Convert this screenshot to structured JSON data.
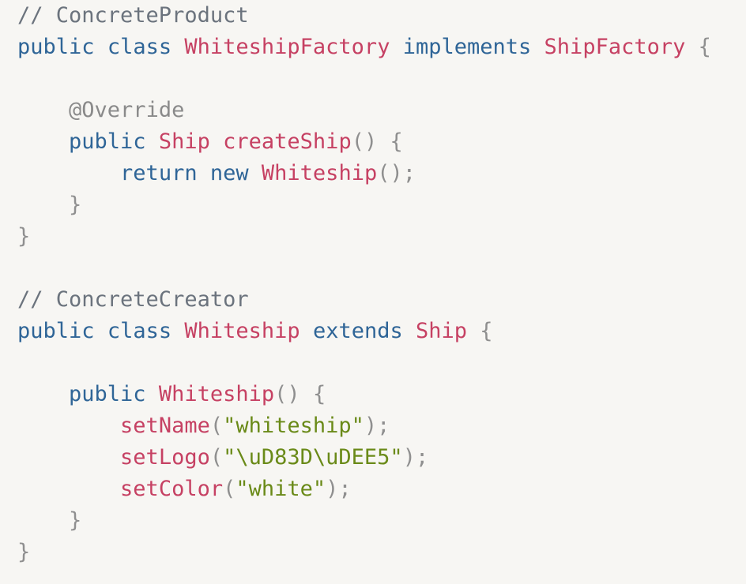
{
  "code": {
    "lines": [
      [
        {
          "t": "comment",
          "v": "// ConcreteProduct"
        }
      ],
      [
        {
          "t": "keyword",
          "v": "public"
        },
        {
          "t": "plain",
          "v": " "
        },
        {
          "t": "keyword",
          "v": "class"
        },
        {
          "t": "plain",
          "v": " "
        },
        {
          "t": "type",
          "v": "WhiteshipFactory"
        },
        {
          "t": "plain",
          "v": " "
        },
        {
          "t": "keyword",
          "v": "implements"
        },
        {
          "t": "plain",
          "v": " "
        },
        {
          "t": "type",
          "v": "ShipFactory"
        },
        {
          "t": "plain",
          "v": " "
        },
        {
          "t": "punct",
          "v": "{"
        }
      ],
      [],
      [
        {
          "t": "plain",
          "v": "    "
        },
        {
          "t": "annot",
          "v": "@Override"
        }
      ],
      [
        {
          "t": "plain",
          "v": "    "
        },
        {
          "t": "keyword",
          "v": "public"
        },
        {
          "t": "plain",
          "v": " "
        },
        {
          "t": "type",
          "v": "Ship"
        },
        {
          "t": "plain",
          "v": " "
        },
        {
          "t": "func",
          "v": "createShip"
        },
        {
          "t": "punct",
          "v": "()"
        },
        {
          "t": "plain",
          "v": " "
        },
        {
          "t": "punct",
          "v": "{"
        }
      ],
      [
        {
          "t": "plain",
          "v": "        "
        },
        {
          "t": "keyword",
          "v": "return"
        },
        {
          "t": "plain",
          "v": " "
        },
        {
          "t": "keyword",
          "v": "new"
        },
        {
          "t": "plain",
          "v": " "
        },
        {
          "t": "type",
          "v": "Whiteship"
        },
        {
          "t": "punct",
          "v": "();"
        }
      ],
      [
        {
          "t": "plain",
          "v": "    "
        },
        {
          "t": "punct",
          "v": "}"
        }
      ],
      [
        {
          "t": "punct",
          "v": "}"
        }
      ],
      [],
      [
        {
          "t": "comment",
          "v": "// ConcreteCreator"
        }
      ],
      [
        {
          "t": "keyword",
          "v": "public"
        },
        {
          "t": "plain",
          "v": " "
        },
        {
          "t": "keyword",
          "v": "class"
        },
        {
          "t": "plain",
          "v": " "
        },
        {
          "t": "type",
          "v": "Whiteship"
        },
        {
          "t": "plain",
          "v": " "
        },
        {
          "t": "keyword",
          "v": "extends"
        },
        {
          "t": "plain",
          "v": " "
        },
        {
          "t": "type",
          "v": "Ship"
        },
        {
          "t": "plain",
          "v": " "
        },
        {
          "t": "punct",
          "v": "{"
        }
      ],
      [],
      [
        {
          "t": "plain",
          "v": "    "
        },
        {
          "t": "keyword",
          "v": "public"
        },
        {
          "t": "plain",
          "v": " "
        },
        {
          "t": "type",
          "v": "Whiteship"
        },
        {
          "t": "punct",
          "v": "()"
        },
        {
          "t": "plain",
          "v": " "
        },
        {
          "t": "punct",
          "v": "{"
        }
      ],
      [
        {
          "t": "plain",
          "v": "        "
        },
        {
          "t": "func",
          "v": "setName"
        },
        {
          "t": "punct",
          "v": "("
        },
        {
          "t": "string",
          "v": "\"whiteship\""
        },
        {
          "t": "punct",
          "v": ");"
        }
      ],
      [
        {
          "t": "plain",
          "v": "        "
        },
        {
          "t": "func",
          "v": "setLogo"
        },
        {
          "t": "punct",
          "v": "("
        },
        {
          "t": "string",
          "v": "\"\\uD83D\\uDEE5\""
        },
        {
          "t": "punct",
          "v": ");"
        }
      ],
      [
        {
          "t": "plain",
          "v": "        "
        },
        {
          "t": "func",
          "v": "setColor"
        },
        {
          "t": "punct",
          "v": "("
        },
        {
          "t": "string",
          "v": "\"white\""
        },
        {
          "t": "punct",
          "v": ");"
        }
      ],
      [
        {
          "t": "plain",
          "v": "    "
        },
        {
          "t": "punct",
          "v": "}"
        }
      ],
      [
        {
          "t": "punct",
          "v": "}"
        }
      ]
    ]
  }
}
